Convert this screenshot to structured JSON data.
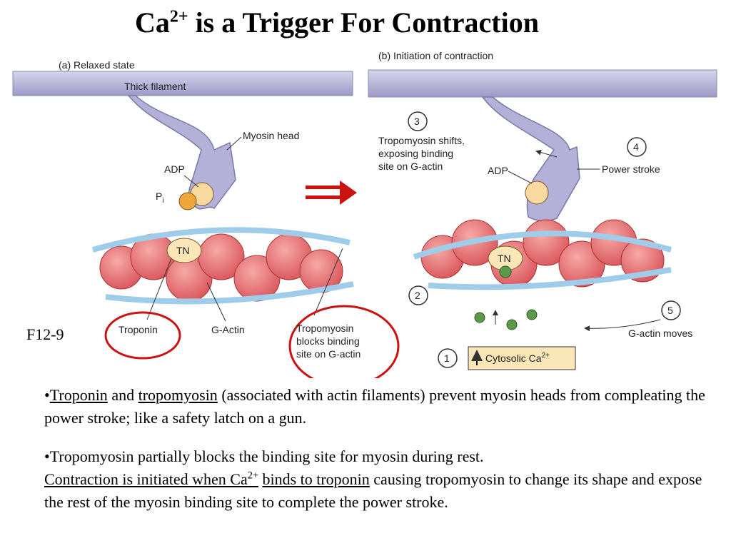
{
  "title": {
    "main": "Ca",
    "sup": "2+",
    "rest": " is a Trigger For Contraction"
  },
  "figure_label": "F12-9",
  "panel_a": {
    "heading": "(a) Relaxed state",
    "thick_filament": "Thick filament",
    "myosin_head": "Myosin head",
    "adp": "ADP",
    "pi": "P",
    "pi_sub": "i",
    "tn": "TN",
    "troponin": "Troponin",
    "g_actin": "G-Actin",
    "tropomyosin_note": [
      "Tropomyosin",
      "blocks binding",
      "site on G-actin"
    ]
  },
  "panel_b": {
    "heading": "(b) Initiation of contraction",
    "step3": "3",
    "step3_text": [
      "Tropomyosin shifts,",
      "exposing binding",
      "site on G-actin"
    ],
    "adp": "ADP",
    "step4": "4",
    "power_stroke": "Power stroke",
    "tn": "TN",
    "step2": "2",
    "step5": "5",
    "g_actin_moves": "G-actin moves",
    "step1": "1",
    "cytosolic": "Cytosolic Ca",
    "cytosolic_sup": "2+"
  },
  "bullet1": {
    "prefix": "•",
    "troponin": "Troponin",
    "and": " and ",
    "tropomyosin": "tropomyosin",
    "rest": " (associated with actin filaments) prevent myosin heads from compleating the power stroke; like a safety latch on a gun."
  },
  "bullet2": {
    "line1": "•Tropomyosin partially blocks the binding site for myosin during rest.",
    "contraction": "Contraction is initiated when Ca",
    "sup": "2+",
    "space": " ",
    "binds": "binds to troponin",
    "rest": " causing tropomyosin to change its shape and expose the rest of the myosin binding site to complete the power stroke."
  },
  "colors": {
    "filament": "#b9b7d9",
    "actin": "#e8787a",
    "tropomyosin": "#a8cde8",
    "calcium": "#5b9a4a",
    "annotation": "#cc1111"
  }
}
